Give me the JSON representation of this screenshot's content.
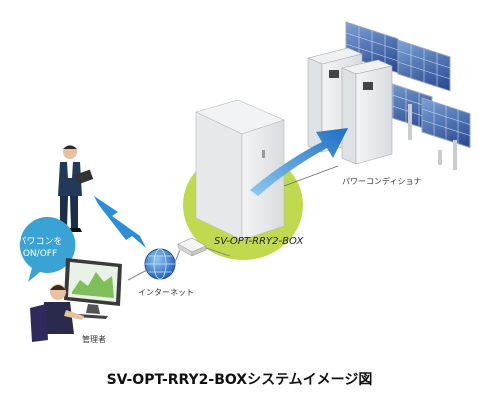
{
  "labels": {
    "inverter": "パワーコンディショナ",
    "device": "SV-OPT-RRY2-BOX",
    "internet": "インターネット",
    "admin": "管理者",
    "bubble": [
      "パワコンを",
      "ON/OFF"
    ]
  },
  "caption": "SV-OPT-RRY2-BOXシステムイメージ図",
  "icons": [
    "solar-panel-icon",
    "inverter-icon",
    "control-box-icon",
    "router-icon",
    "globe-icon",
    "monitor-icon",
    "person-icon",
    "lightning-icon",
    "arrow-icon"
  ],
  "colors": {
    "highlight_green": "#b9d63a",
    "arrow_blue": "#1e6fc4",
    "bubble_blue": "#3aa3d6",
    "lightning": "#2a8fd6"
  }
}
